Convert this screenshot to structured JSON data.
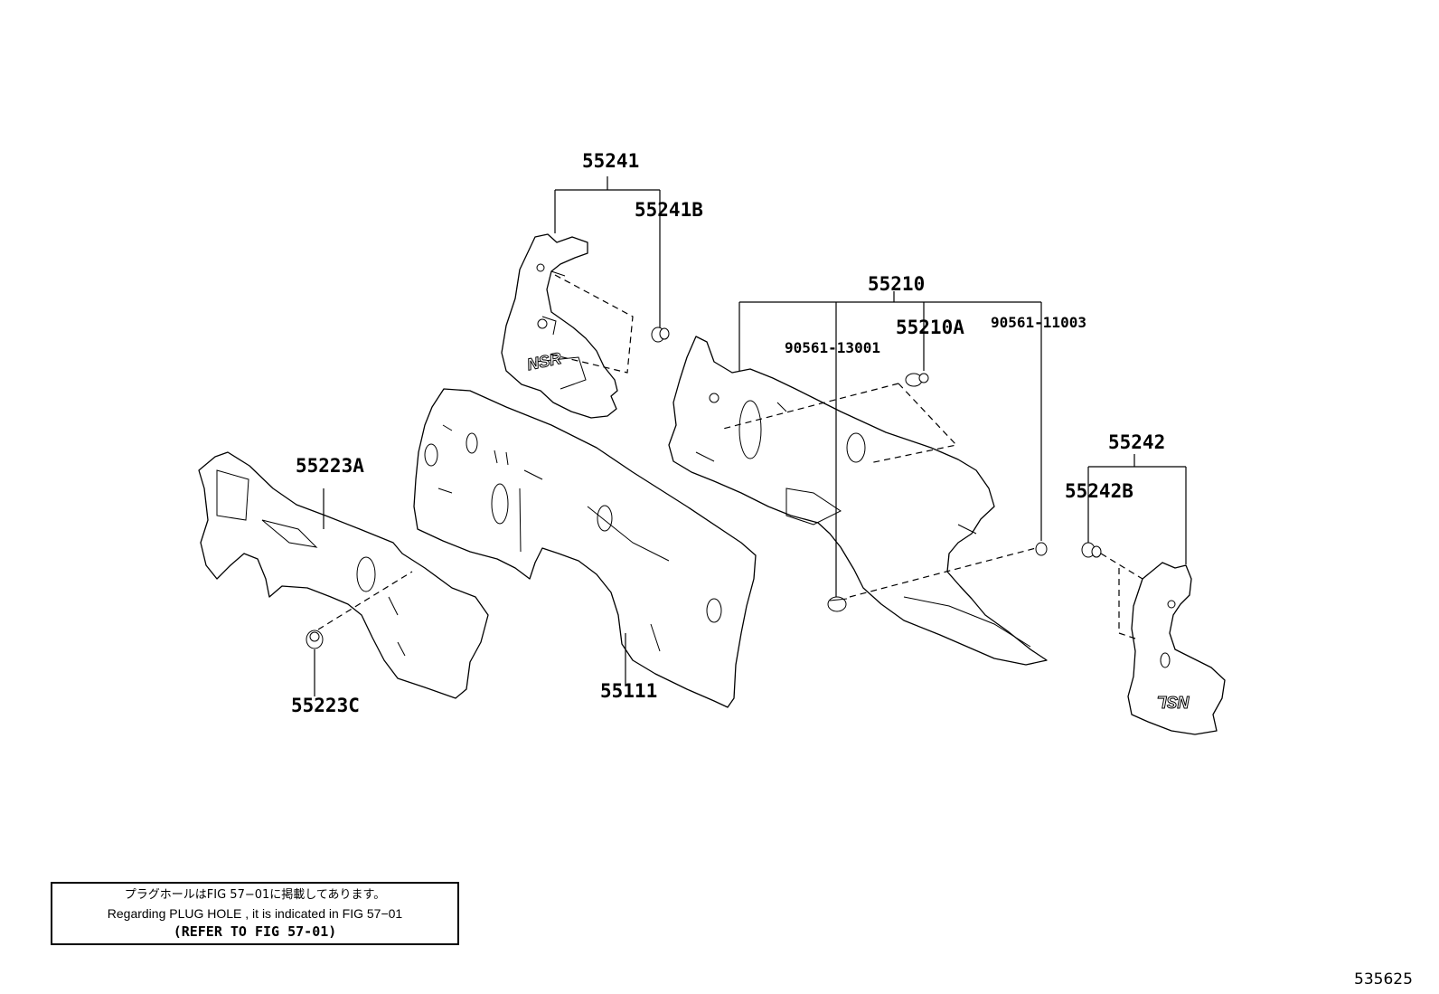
{
  "callouts": {
    "p55241": "55241",
    "p55241B": "55241B",
    "p55210": "55210",
    "p55210A": "55210A",
    "p90561_13001": "90561-13001",
    "p90561_11003": "90561-11003",
    "p55223A": "55223A",
    "p55242": "55242",
    "p55242B": "55242B",
    "p55223C": "55223C",
    "p55111": "55111"
  },
  "stamps": {
    "nsr": "NSR",
    "nsl": "NSL"
  },
  "note": {
    "line_jp": "プラグホールはFIG 57−01に掲載してあります。",
    "line_en": "Regarding  PLUG  HOLE , it is indicated in  FIG  57−01",
    "line_ref": "(REFER TO FIG 57-01)"
  },
  "figure_id": "535625"
}
